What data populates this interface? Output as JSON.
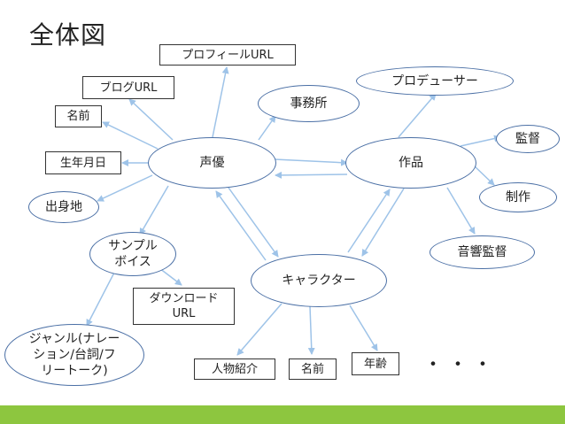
{
  "title": "全体図",
  "nodes": {
    "seiyu": "声優",
    "sakuhin": "作品",
    "character": "キャラクター",
    "profile_url": "プロフィールURL",
    "blog_url": "ブログURL",
    "name_seiyu": "名前",
    "birthday": "生年月日",
    "birthplace": "出身地",
    "jimusho": "事務所",
    "sample_voice": "サンプル\nボイス",
    "download_url": "ダウンロード\nURL",
    "genre": "ジャンル(ナレー\nション/台詞/フ\nリートーク)",
    "producer": "プロデューサー",
    "kantoku": "監督",
    "seisaku": "制作",
    "onkyo_kantoku": "音響監督",
    "jinbutsu": "人物紹介",
    "name_character": "名前",
    "nenrei": "年齢"
  },
  "more": "・・・",
  "colors": {
    "arrow": "#9ec3e8",
    "ellipse_border": "#4a6fa5",
    "footer": "#8dc63f"
  }
}
